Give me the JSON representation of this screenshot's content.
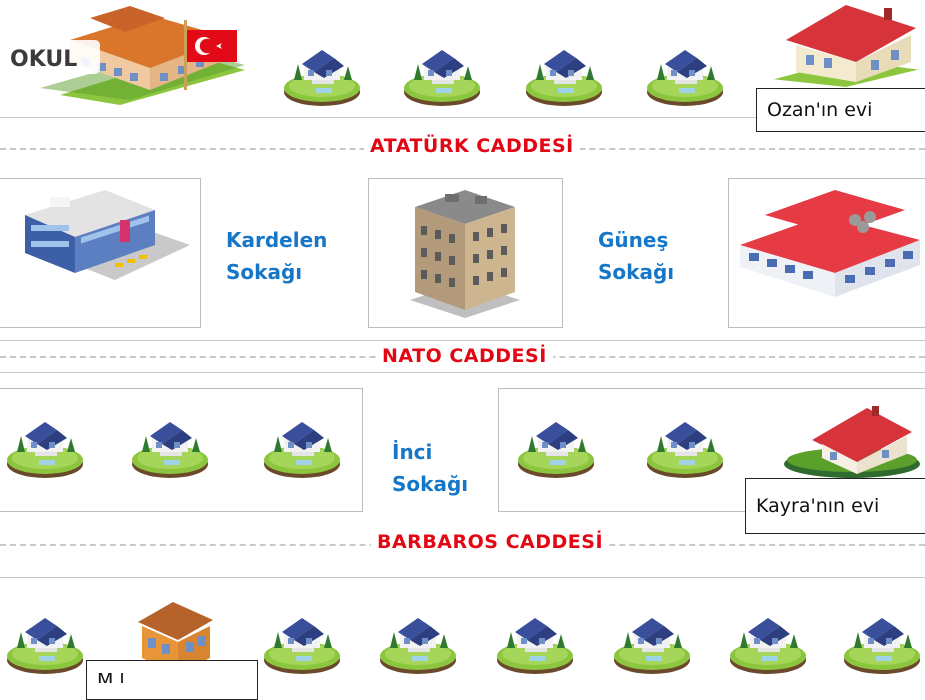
{
  "streets": {
    "ataturk": "ATATÜRK  CADDESİ",
    "nato": "NATO  CADDESİ",
    "barbaros": "BARBAROS  CADDESİ"
  },
  "sokaks": {
    "kardelen": [
      "Kardelen",
      "Sokağı"
    ],
    "gunes": [
      "Güneş",
      "Sokağı"
    ],
    "inci": [
      "İnci",
      "Sokağı"
    ]
  },
  "labels": {
    "okul": "OKUL",
    "ozan": "Ozan'ın evi",
    "kayra": "Kayra'nın evi",
    "bottom": "M l"
  },
  "colors": {
    "street_text": "#e30613",
    "sokak_text": "#1677c8",
    "grass": "#8cc63f",
    "roof_blue": "#3a4f9c",
    "roof_red": "#d6333a",
    "flag_red": "#e30a17"
  },
  "icons": {
    "small_house": "small-house-icon",
    "school": "school-building-icon",
    "mall": "shopping-mall-icon",
    "apartment": "apartment-building-icon",
    "hospital": "hospital-building-icon",
    "red_house": "red-roof-house-icon",
    "orange_house": "orange-house-icon",
    "flag": "turkish-flag-icon"
  }
}
